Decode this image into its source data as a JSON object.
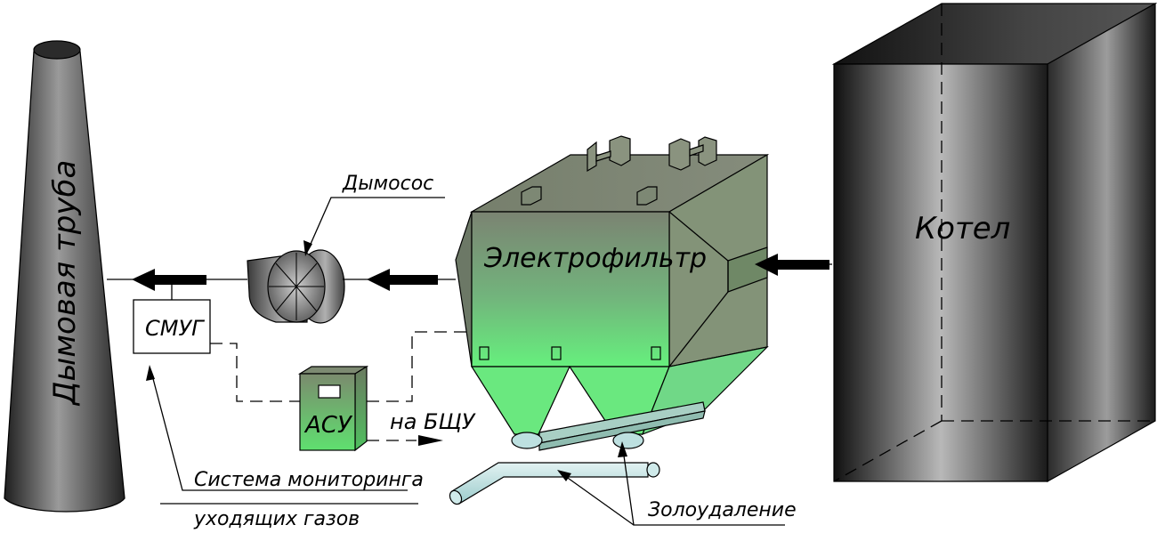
{
  "labels": {
    "chimney": "Дымовая труба",
    "fan": "Дымосос",
    "precipitator": "Электрофильтр",
    "boiler": "Котел",
    "smug": "СМУГ",
    "asu": "АСУ",
    "bshu": "на БЩУ",
    "monitoring_line1": "Система мониторинга",
    "monitoring_line2": "уходящих газов",
    "ash_removal": "Золоудаление"
  },
  "colors": {
    "precipitator_top": "#7b8372",
    "precipitator_bottom": "#66f07d",
    "boiler_dark": "#141414",
    "boiler_light": "#b5b5b5",
    "ash_pipe": "#bfe0e0",
    "flow_arrow": "#000000"
  }
}
